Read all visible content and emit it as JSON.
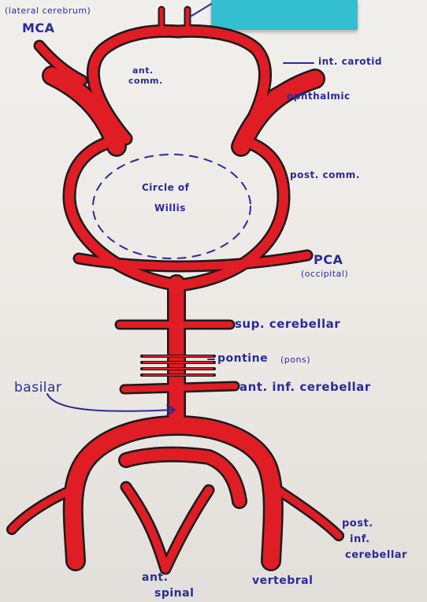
{
  "labels": {
    "lateral_cerebrum": "(lateral cerebrum)",
    "mca": "MCA",
    "ant_comm_1": "ant.",
    "ant_comm_2": "comm.",
    "int_carotid": "int. carotid",
    "ophthalmic": "ophthalmic",
    "post_comm": "post. comm.",
    "circle_1": "Circle of",
    "circle_2": "Willis",
    "pca": "PCA",
    "occipital": "(occipital)",
    "sup_cerebellar": "sup. cerebellar",
    "pontine": "pontine",
    "pons": "(pons)",
    "basilar": "basilar",
    "ant_inf_cerebellar": "ant. inf. cerebellar",
    "post_inf_1": "post.",
    "post_inf_2": "inf.",
    "post_inf_3": "cerebellar",
    "ant_spinal_1": "ant.",
    "ant_spinal_2": "spinal",
    "vertebral": "vertebral"
  },
  "colors": {
    "artery": "#e01c24",
    "outline": "#1a1a1a",
    "ink": "#2a2a9a",
    "sticky_note": "#33bfd0"
  }
}
